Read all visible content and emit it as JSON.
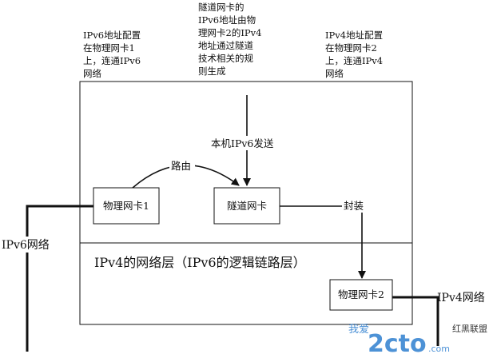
{
  "notes": {
    "ipv6_config": [
      "IPv6地址配置",
      "在物理网卡1",
      "上，连通IPv6",
      "网络"
    ],
    "tunnel_config": [
      "隧道网卡的",
      "IPv6地址由物",
      "理网卡2的IPv4",
      "地址通过隧道",
      "技术相关的规",
      "则生成"
    ],
    "ipv4_config": [
      "IPv4地址配置",
      "在物理网卡2",
      "上，连通IPv4",
      "网络"
    ]
  },
  "labels": {
    "ipv6_send": "本机IPv6发送",
    "route": "路由",
    "encapsulate": "封装",
    "ipv4_layer": "IPv4的网络层（IPv6的逻辑链路层）"
  },
  "boxes": {
    "nic1": "物理网卡1",
    "tunnel": "隧道网卡",
    "nic2": "物理网卡2"
  },
  "networks": {
    "ipv6": "IPv6网络",
    "ipv4": "IPv4网络"
  },
  "watermark": {
    "site": "2cto",
    "site_prefix": "我爱",
    "site_suffix": ".com",
    "tag": "红黑联盟"
  },
  "colors": {
    "line": "#111111",
    "watermark_blue": "#2f7fd0",
    "watermark_red": "#d8343b"
  }
}
